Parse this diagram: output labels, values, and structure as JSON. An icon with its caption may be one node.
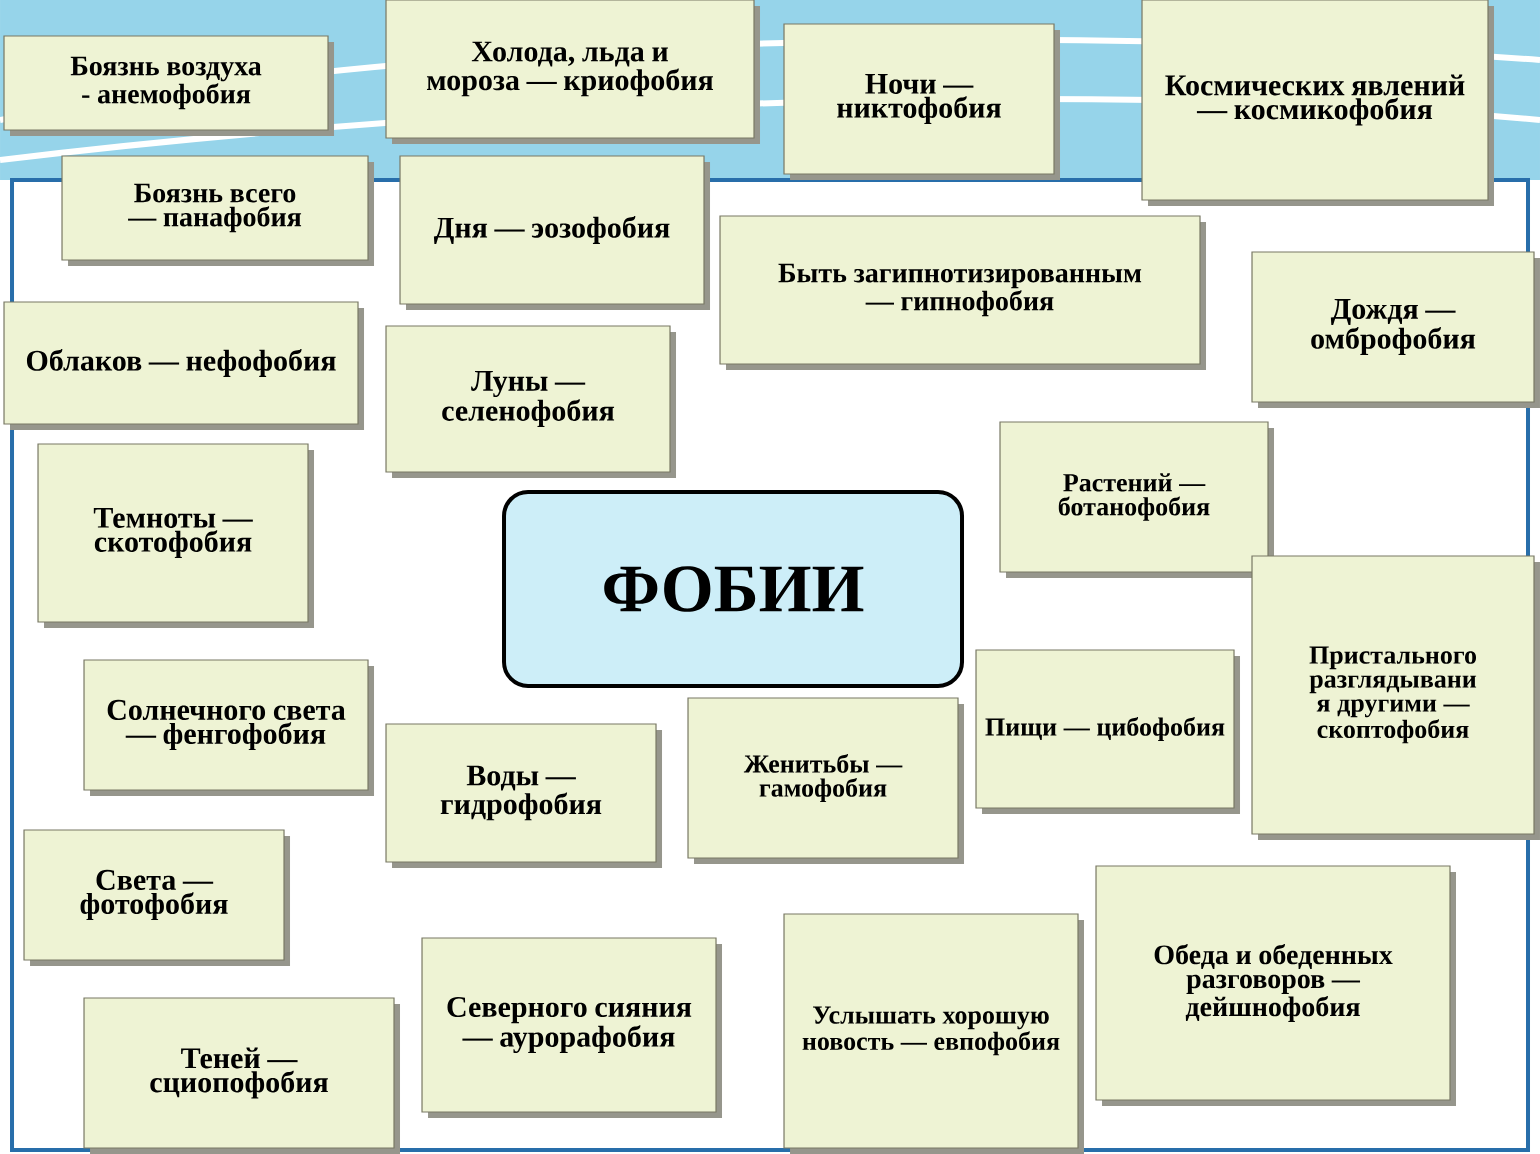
{
  "diagram": {
    "nodes": [
      {
        "text": [
          "Боязнь воздуха - анемофобия"
        ]
      },
      {
        "text": [
          "Холода, льда и мороза — криофобия"
        ]
      },
      {
        "text": [
          "Ночи — никтофобия"
        ]
      },
      {
        "text": [
          "Космических явлений — космикофобия"
        ]
      },
      {
        "text": [
          "Боязнь всего — панафобия"
        ]
      },
      {
        "text": [
          "Дня — эозофобия"
        ]
      },
      {
        "text": [
          "Быть загипнотизированным — гипнофобия"
        ]
      },
      {
        "text": [
          "Дождя — омброфобия"
        ]
      },
      {
        "text": [
          "Облаков — нефофобия"
        ]
      },
      {
        "text": [
          "Луны — селенофобия"
        ]
      },
      {
        "text": [
          "Темноты — скотофобия"
        ]
      },
      {
        "text": [
          "ФОБИИ"
        ]
      },
      {
        "text": [
          "Растений — ботанофобия"
        ]
      },
      {
        "text": [
          "Пристального разглядывани я другими — скоптофобия"
        ]
      },
      {
        "text": [
          "Солнечного света — фенгофобия"
        ]
      },
      {
        "text": [
          "Воды — гидрофобия"
        ]
      },
      {
        "text": [
          "Женитьбы — гамофобия"
        ]
      },
      {
        "text": [
          "Пищи — цибофобия"
        ]
      },
      {
        "text": [
          "Света — фотофобия"
        ]
      },
      {
        "text": [
          "Северного сияния — аурорафобия"
        ]
      },
      {
        "text": [
          "Услышать хорошую новость — евпофобия"
        ]
      },
      {
        "text": [
          "Обеда и обеденных разговоров — дейшнофобия"
        ]
      },
      {
        "text": [
          "Теней — сциопофобия"
        ]
      }
    ]
  }
}
